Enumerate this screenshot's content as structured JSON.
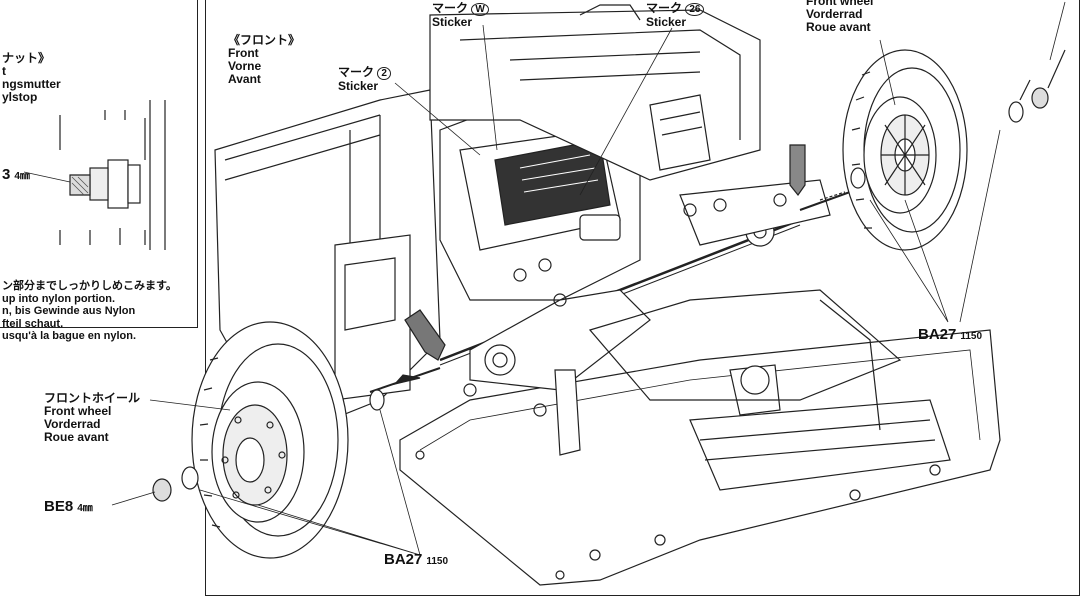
{
  "inset": {
    "title_jp": "ナット》",
    "lines": [
      "t",
      "ngsmutter",
      "ylstop"
    ],
    "part_code": "3",
    "part_size": "4㎜",
    "note_jp": "ン部分までしっかりしめこみます。",
    "note_lines": [
      " up into nylon portion.",
      "n,  bis  Gewinde  aus  Nylon",
      "fteil schaut.",
      "usqu'à la bague en nylon."
    ]
  },
  "front_label": {
    "jp": "《フロント》",
    "lines": [
      "Front",
      "Vorne",
      "Avant"
    ]
  },
  "sticker_2": {
    "jp": "マーク",
    "num": "2",
    "en": "Sticker"
  },
  "sticker_w": {
    "jp": "マーク",
    "num": "W",
    "en": "Sticker"
  },
  "sticker_26": {
    "jp": "マーク",
    "num": "26",
    "en": "Sticker"
  },
  "front_wheel_right": {
    "lines": [
      "Front wheel",
      "Vorderrad",
      "Roue avant"
    ]
  },
  "front_wheel_left": {
    "jp": "フロントホイール",
    "lines": [
      "Front wheel",
      "Vorderrad",
      "Roue avant"
    ]
  },
  "parts": {
    "ba27_right": {
      "code": "BA27",
      "size": "1150"
    },
    "ba27_bottom": {
      "code": "BA27",
      "size": "1150"
    },
    "be8": {
      "code": "BE8",
      "size": "4㎜"
    }
  }
}
